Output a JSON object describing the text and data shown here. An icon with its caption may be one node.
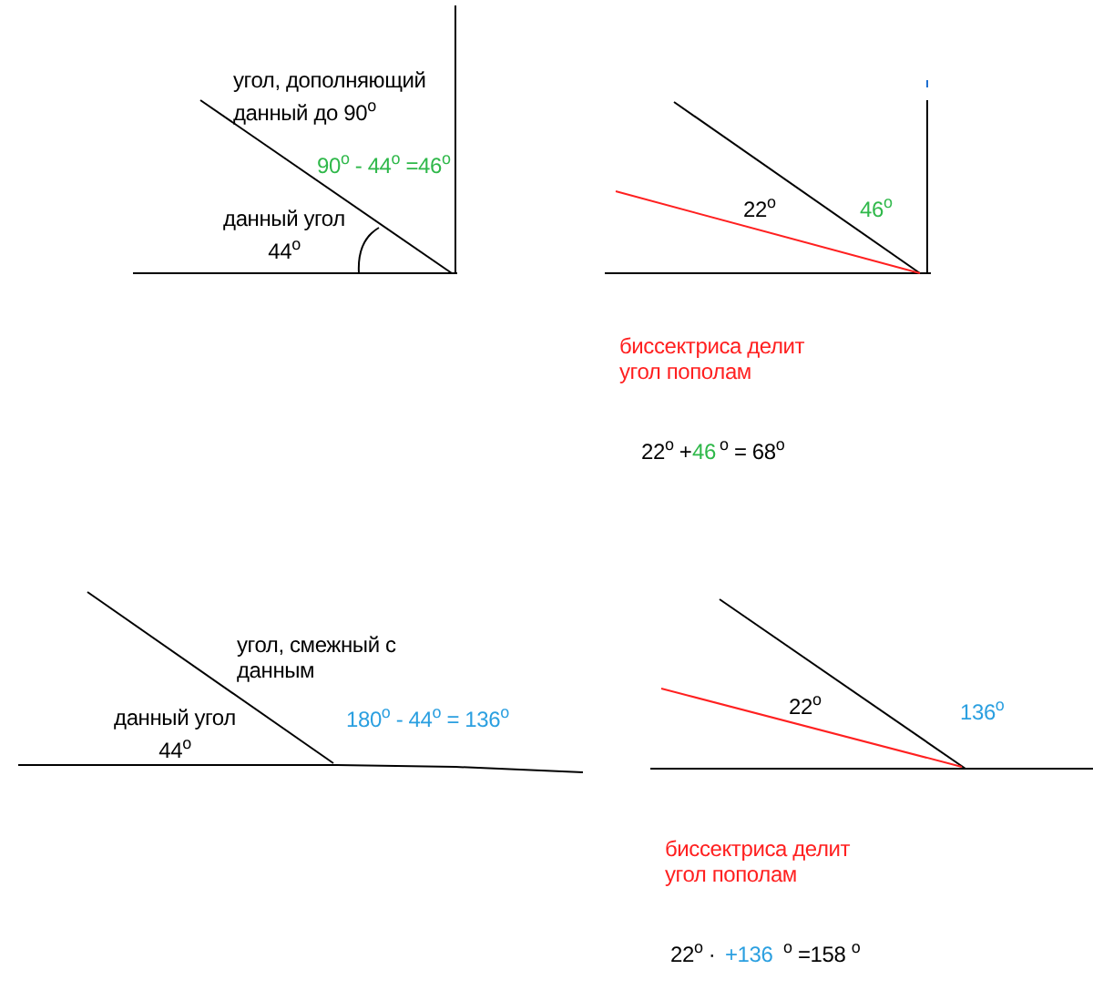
{
  "diagram": {
    "labels": [
      "угол, дополняющий данный до 90$^{o}$",
      "90$^{o}$ - 44$^{o}$ =46$^{o}$",
      "данный угол 44$^{o}$",
      "22$^{o}$",
      "46$^{o}$",
      "биссектриса делит угол пополам",
      "22$^{o}$ +",
      "46",
      "$^{o}$ = 68$^{o}$",
      "угол, смежный с данным",
      "данный угол 44$^{o}$",
      "180$^{o}$ - 44$^{o}$ = 136$^{o}$",
      "22$^{o}$",
      "136$^{o}$",
      "биссектриса делит угол пополам",
      "22$^{o}$ ·",
      "+136",
      "$^{o}$ =158 $^{o}$"
    ]
  }
}
